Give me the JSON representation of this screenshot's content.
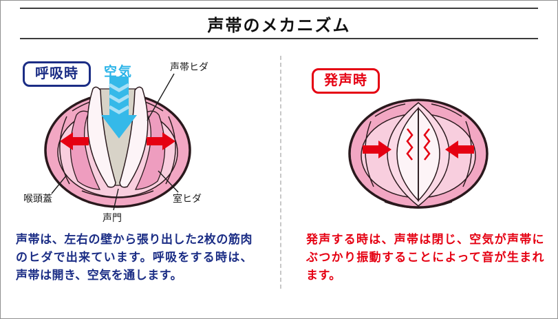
{
  "title": "声帯のメカニズム",
  "left_panel": {
    "badge": "呼吸時",
    "air_label": "空気",
    "label_vocal_fold": "声帯ヒダ",
    "label_epiglottis": "喉頭蓋",
    "label_glottis": "声門",
    "label_ventricular_fold": "室ヒダ",
    "description": "声帯は、左右の壁から張り出した2枚の筋肉のヒダで出来ています。呼吸をする時は、声帯は開き、空気を通します。"
  },
  "right_panel": {
    "badge": "発声時",
    "description": "発声する時は、声帯は閉じ、空気が声帯にぶつかり振動することによって音が生まれます。"
  },
  "colors": {
    "navy": "#1b2d85",
    "red": "#e50012",
    "cyan": "#2cb4e8",
    "pink_outer": "#f2a7c3",
    "pink_inner": "#f8cede",
    "airway_gray": "#d8d3c8",
    "outline": "#2a191d"
  }
}
